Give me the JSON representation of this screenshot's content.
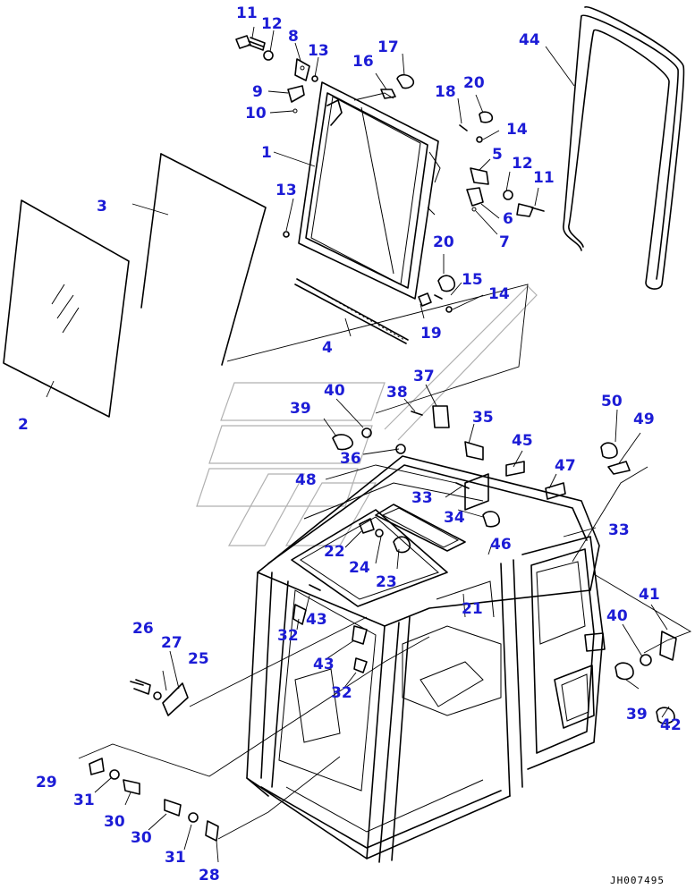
{
  "drawing_number": "JH007495",
  "callouts": [
    {
      "id": "c11a",
      "label": "11"
    },
    {
      "id": "c12a",
      "label": "12"
    },
    {
      "id": "c8",
      "label": "8"
    },
    {
      "id": "c13a",
      "label": "13"
    },
    {
      "id": "c9",
      "label": "9"
    },
    {
      "id": "c10",
      "label": "10"
    },
    {
      "id": "c17",
      "label": "17"
    },
    {
      "id": "c16",
      "label": "16"
    },
    {
      "id": "c18",
      "label": "18"
    },
    {
      "id": "c20a",
      "label": "20"
    },
    {
      "id": "c14a",
      "label": "14"
    },
    {
      "id": "c44",
      "label": "44"
    },
    {
      "id": "c1",
      "label": "1"
    },
    {
      "id": "c5",
      "label": "5"
    },
    {
      "id": "c12b",
      "label": "12"
    },
    {
      "id": "c11b",
      "label": "11"
    },
    {
      "id": "c3",
      "label": "3"
    },
    {
      "id": "c13b",
      "label": "13"
    },
    {
      "id": "c6",
      "label": "6"
    },
    {
      "id": "c7",
      "label": "7"
    },
    {
      "id": "c20b",
      "label": "20"
    },
    {
      "id": "c15",
      "label": "15"
    },
    {
      "id": "c14b",
      "label": "14"
    },
    {
      "id": "c4",
      "label": "4"
    },
    {
      "id": "c19",
      "label": "19"
    },
    {
      "id": "c2",
      "label": "2"
    },
    {
      "id": "c37",
      "label": "37"
    },
    {
      "id": "c40a",
      "label": "40"
    },
    {
      "id": "c38",
      "label": "38"
    },
    {
      "id": "c39a",
      "label": "39"
    },
    {
      "id": "c50",
      "label": "50"
    },
    {
      "id": "c49",
      "label": "49"
    },
    {
      "id": "c35",
      "label": "35"
    },
    {
      "id": "c45",
      "label": "45"
    },
    {
      "id": "c36",
      "label": "36"
    },
    {
      "id": "c47",
      "label": "47"
    },
    {
      "id": "c48",
      "label": "48"
    },
    {
      "id": "c33a",
      "label": "33"
    },
    {
      "id": "c34",
      "label": "34"
    },
    {
      "id": "c33b",
      "label": "33"
    },
    {
      "id": "c46",
      "label": "46"
    },
    {
      "id": "c22",
      "label": "22"
    },
    {
      "id": "c24",
      "label": "24"
    },
    {
      "id": "c23",
      "label": "23"
    },
    {
      "id": "c21",
      "label": "21"
    },
    {
      "id": "c43a",
      "label": "43"
    },
    {
      "id": "c32a",
      "label": "32"
    },
    {
      "id": "c41",
      "label": "41"
    },
    {
      "id": "c40b",
      "label": "40"
    },
    {
      "id": "c26",
      "label": "26"
    },
    {
      "id": "c27",
      "label": "27"
    },
    {
      "id": "c25",
      "label": "25"
    },
    {
      "id": "c43b",
      "label": "43"
    },
    {
      "id": "c32b",
      "label": "32"
    },
    {
      "id": "c39b",
      "label": "39"
    },
    {
      "id": "c42",
      "label": "42"
    },
    {
      "id": "c29",
      "label": "29"
    },
    {
      "id": "c31a",
      "label": "31"
    },
    {
      "id": "c30a",
      "label": "30"
    },
    {
      "id": "c30b",
      "label": "30"
    },
    {
      "id": "c31b",
      "label": "31"
    },
    {
      "id": "c28",
      "label": "28"
    }
  ]
}
